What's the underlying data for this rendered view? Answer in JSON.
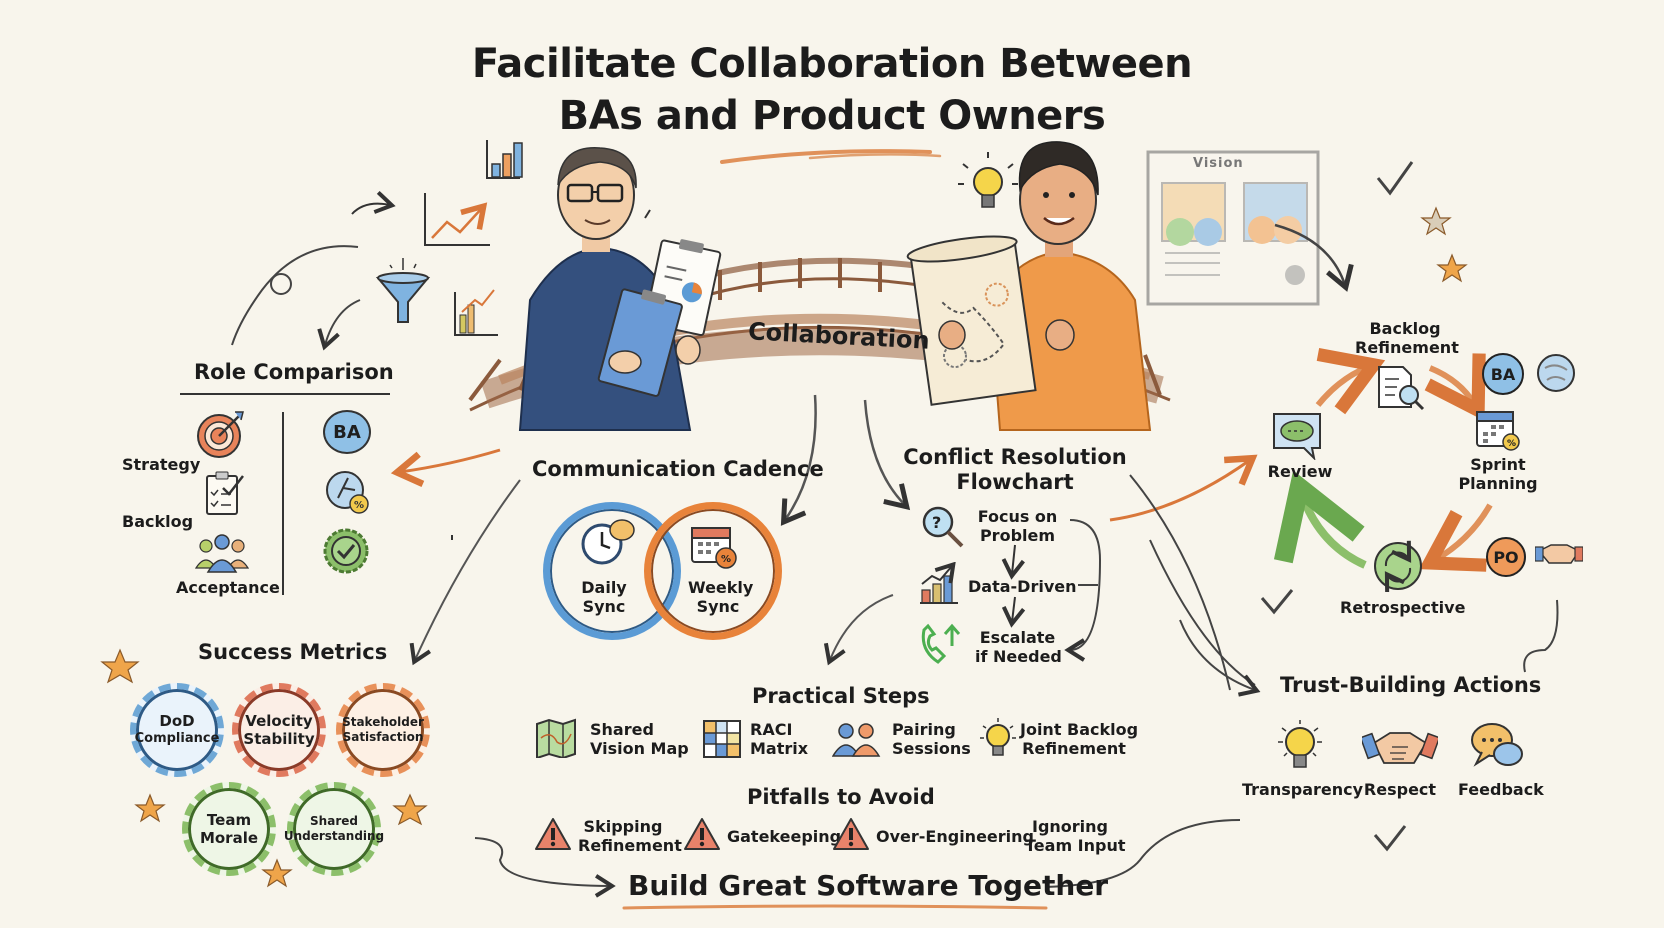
{
  "title": {
    "line1": "Facilitate Collaboration Between",
    "line2": "BAs and Product Owners"
  },
  "center": {
    "bridge_label": "Collaboration",
    "ba_figure": "Business Analyst with clipboards",
    "po_figure": "Product Owner with roadmap scroll"
  },
  "vision_board": {
    "title": "Vision"
  },
  "role_comparison": {
    "heading": "Role Comparison",
    "rows": [
      {
        "label": "Strategy",
        "left_icon": "target-icon",
        "right_icon": "ba-speech-icon",
        "right_text": "BA"
      },
      {
        "label": "Backlog",
        "left_icon": "checklist-icon",
        "right_icon": "tools-icon"
      },
      {
        "label": "Acceptance",
        "left_icon": "team-icon",
        "right_icon": "approved-seal-icon"
      }
    ]
  },
  "success_metrics": {
    "heading": "Success Metrics",
    "badges": [
      {
        "line1": "DoD",
        "line2": "Compliance",
        "color": "#6fa8d6"
      },
      {
        "line1": "Velocity",
        "line2": "Stability",
        "color": "#e07a5f"
      },
      {
        "line1": "Stakeholder",
        "line2": "Satisfaction",
        "color": "#e8915a"
      },
      {
        "line1": "Team",
        "line2": "Morale",
        "color": "#8cbf6a"
      },
      {
        "line1": "Shared",
        "line2": "Understanding",
        "color": "#8cbf6a"
      }
    ]
  },
  "communication_cadence": {
    "heading": "Communication Cadence",
    "items": [
      {
        "line1": "Daily",
        "line2": "Sync",
        "color": "#5b9bd5"
      },
      {
        "line1": "Weekly",
        "line2": "Sync",
        "color": "#e8833a"
      }
    ]
  },
  "conflict_resolution": {
    "heading_line1": "Conflict Resolution",
    "heading_line2": "Flowchart",
    "steps": [
      {
        "line1": "Focus on",
        "line2": "Problem"
      },
      {
        "line1": "Data-Driven",
        "line2": ""
      },
      {
        "line1": "Escalate",
        "line2": "if Needed"
      }
    ]
  },
  "practical_steps": {
    "heading": "Practical Steps",
    "items": [
      {
        "line1": "Shared",
        "line2": "Vision Map"
      },
      {
        "line1": "RACI",
        "line2": "Matrix"
      },
      {
        "line1": "Pairing",
        "line2": "Sessions"
      },
      {
        "line1": "Joint Backlog",
        "line2": "Refinement"
      }
    ]
  },
  "pitfalls": {
    "heading": "Pitfalls to Avoid",
    "items": [
      {
        "line1": "Skipping",
        "line2": "Refinement"
      },
      {
        "line1": "Gatekeeping",
        "line2": ""
      },
      {
        "line1": "Over-Engineering",
        "line2": ""
      },
      {
        "line1": "Ignoring",
        "line2": "Team Input"
      }
    ]
  },
  "cycle": {
    "nodes": [
      {
        "line1": "Backlog",
        "line2": "Refinement"
      },
      {
        "line1": "Sprint",
        "line2": "Planning"
      },
      {
        "line1": "Retrospective",
        "line2": ""
      },
      {
        "line1": "Review",
        "line2": ""
      }
    ],
    "ba_badge": "BA",
    "po_badge": "PO"
  },
  "trust_building": {
    "heading": "Trust-Building Actions",
    "items": [
      {
        "label": "Transparency"
      },
      {
        "label": "Respect"
      },
      {
        "label": "Feedback"
      }
    ]
  },
  "footer": {
    "tagline": "Build Great Software Together"
  },
  "colors": {
    "background": "#f8f5ec",
    "ink": "#1c1c1c",
    "blue": "#5b9bd5",
    "orange": "#e8833a",
    "green": "#8cbf6a",
    "red": "#e07a5f",
    "yellow": "#f2c94c"
  }
}
